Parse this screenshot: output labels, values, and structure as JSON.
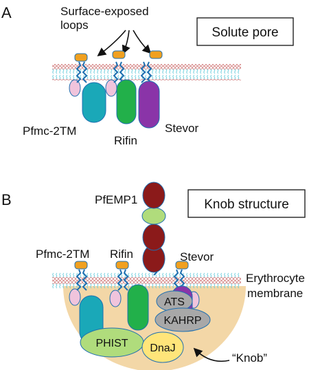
{
  "panel_a": {
    "letter": "A",
    "box_title": "Solute pore",
    "loops_label_line1": "Surface-exposed",
    "loops_label_line2": "loops",
    "proteins": {
      "pfmc": "Pfmc-2TM",
      "rifin": "Rifin",
      "stevor": "Stevor"
    }
  },
  "panel_b": {
    "letter": "B",
    "box_title": "Knob structure",
    "pfemp1": "PfEMP1",
    "proteins": {
      "pfmc": "Pfmc-2TM",
      "rifin": "Rifin",
      "stevor": "Stevor"
    },
    "membrane_line1": "Erythrocyte",
    "membrane_line2": "membrane",
    "ats": "ATS",
    "kahrp": "KAHRP",
    "phist": "PHIST",
    "dnaj": "DnaJ",
    "knob": "“Knob”"
  },
  "colors": {
    "membrane_head": "#d89090",
    "membrane_tail": "#5cc8d8",
    "loop_cap": "#f0a020",
    "pink": "#f0c4dc",
    "pfmc": "#1aa8b8",
    "rifin": "#22b04a",
    "stevor": "#8a34a8",
    "pfemp1_dark": "#8b1a1a",
    "pfemp1_light": "#b0dc7c",
    "knob": "#f3d7a7",
    "ats": "#a8a8a8",
    "kahrp": "#a8a8a8",
    "phist": "#b0dc7c",
    "dnaj": "#ffe57a"
  }
}
